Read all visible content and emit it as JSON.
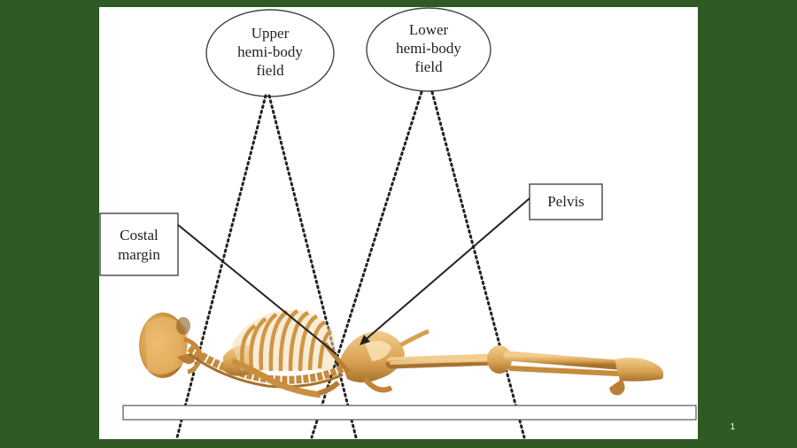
{
  "diagram": {
    "upper_field_label": "Upper\nhemi-body\nfield",
    "lower_field_label": "Lower\nhemi-body\nfield",
    "costal_margin_label": "Costal\nmargin",
    "pelvis_label": "Pelvis"
  },
  "slide": {
    "page_number": "1"
  }
}
